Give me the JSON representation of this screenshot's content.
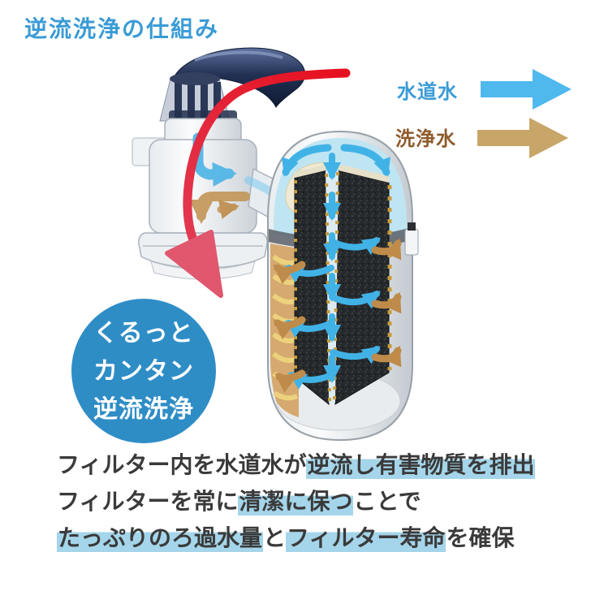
{
  "title": {
    "text": "逆流洗浄の仕組み",
    "color": "#3A9BD5"
  },
  "legend": {
    "items": [
      {
        "label": "水道水",
        "label_color": "#3A9BD5",
        "arrow_color": "#4FB8ED",
        "icon": "right-arrow-icon"
      },
      {
        "label": "洗浄水",
        "label_color": "#8F5B2B",
        "arrow_color": "#C8A568",
        "icon": "right-arrow-icon"
      }
    ]
  },
  "badge": {
    "shape": "circle",
    "bg_color": "#2F8DC6",
    "text_color": "#FFFFFF",
    "lines": [
      "くるっと",
      "カンタン",
      "逆流洗浄"
    ]
  },
  "description": {
    "text_color": "#3A3A3A",
    "highlight_color": "#A5D5EA",
    "lines": [
      {
        "segments": [
          {
            "text": "フィルター内を水道水が",
            "highlight": false
          },
          {
            "text": "逆流し有害物質を排出",
            "highlight": true
          }
        ]
      },
      {
        "segments": [
          {
            "text": "フィルターを常に",
            "highlight": false
          },
          {
            "text": "清潔に保つ",
            "highlight": true
          },
          {
            "text": "ことで",
            "highlight": false
          }
        ]
      },
      {
        "segments": [
          {
            "text": "たっぷりのろ過水量",
            "highlight": true
          },
          {
            "text": "と",
            "highlight": false
          },
          {
            "text": "フィルター寿命",
            "highlight": true
          },
          {
            "text": "を確保",
            "highlight": false
          }
        ]
      }
    ]
  },
  "illustration": {
    "subject": "faucet-mounted water purifier cutaway showing backflow cleaning",
    "colors": {
      "tap_water_flow": "#41B2E6",
      "wash_water_flow": "#BE8B4A",
      "rotate_arrow": "#E6101F",
      "rotate_arrowhead": "#E0576E",
      "carbon_filter": "#26292B",
      "cartridge_dome": "#BFE5F3",
      "inner_cap": "#EFE9D3",
      "wash_chamber": "#D2A364",
      "faucet_navy": "#16233F"
    }
  }
}
